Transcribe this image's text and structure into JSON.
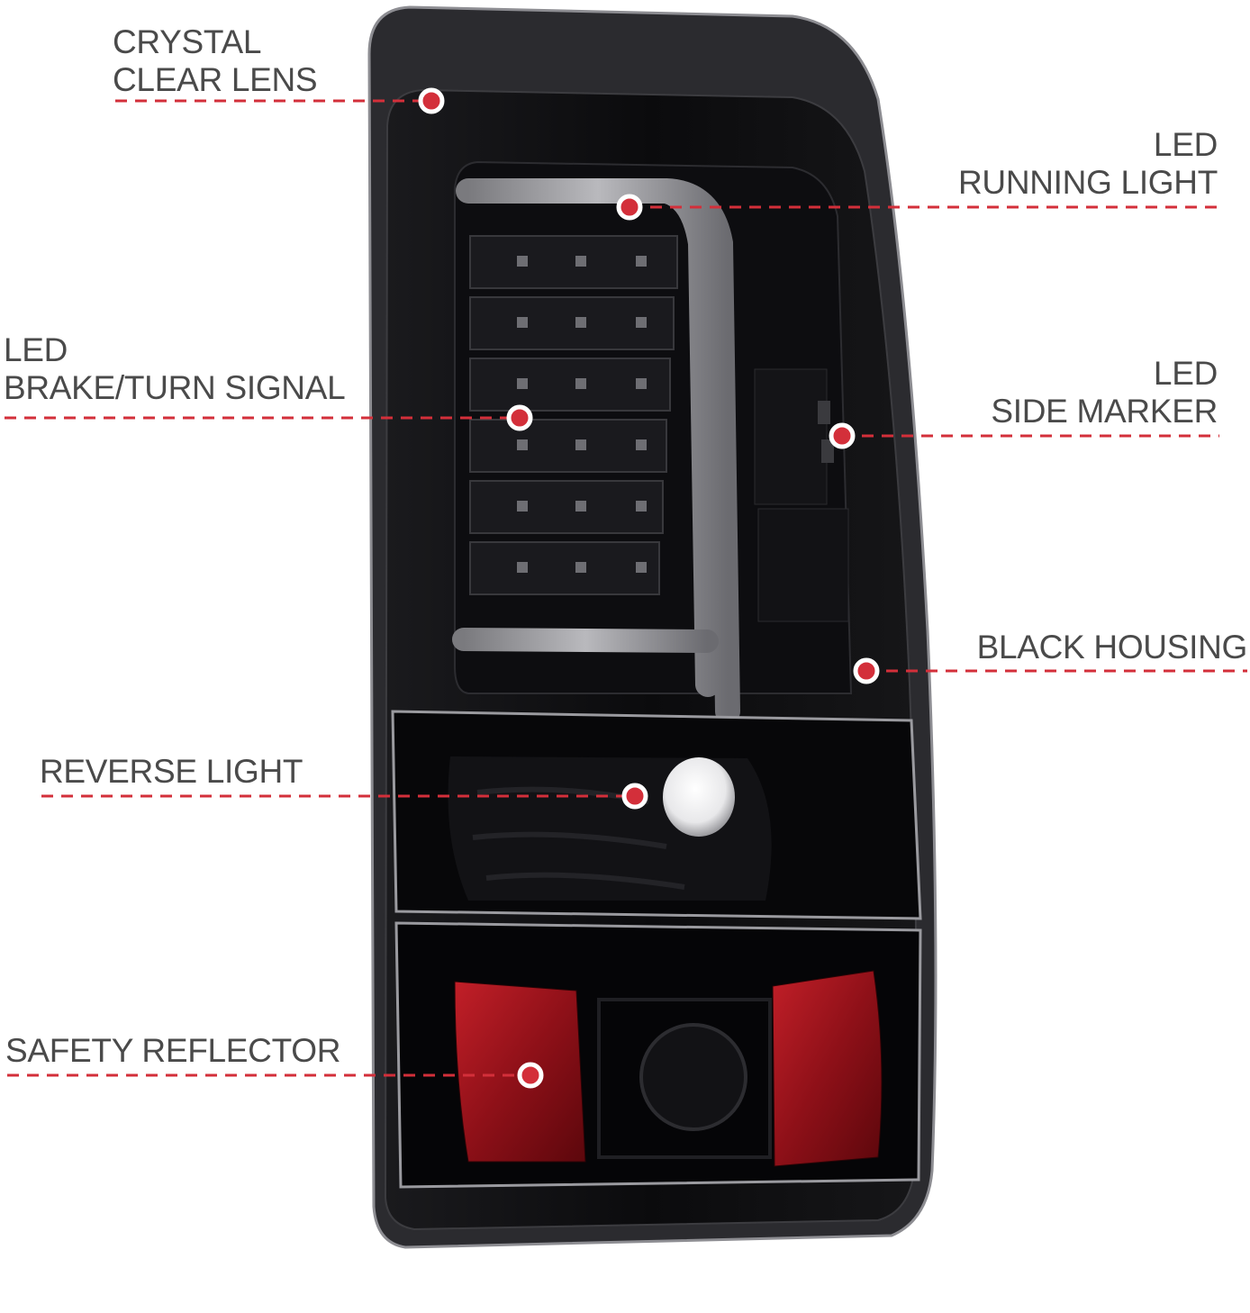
{
  "colors": {
    "accent": "#d32f3a",
    "label_text": "#4a4a4a",
    "housing": "#0c0c0e",
    "reflector": "#a3141c"
  },
  "callouts": {
    "crystal_clear_lens": {
      "line1": "CRYSTAL",
      "line2": "CLEAR LENS"
    },
    "led_running_light": {
      "line1": "LED",
      "line2": "RUNNING LIGHT"
    },
    "led_brake_turn_signal": {
      "line1": "LED",
      "line2": "BRAKE/TURN SIGNAL"
    },
    "led_side_marker": {
      "line1": "LED",
      "line2": "SIDE MARKER"
    },
    "black_housing": {
      "line1": "BLACK HOUSING"
    },
    "reverse_light": {
      "line1": "REVERSE LIGHT"
    },
    "safety_reflector": {
      "line1": "SAFETY REFLECTOR"
    }
  }
}
